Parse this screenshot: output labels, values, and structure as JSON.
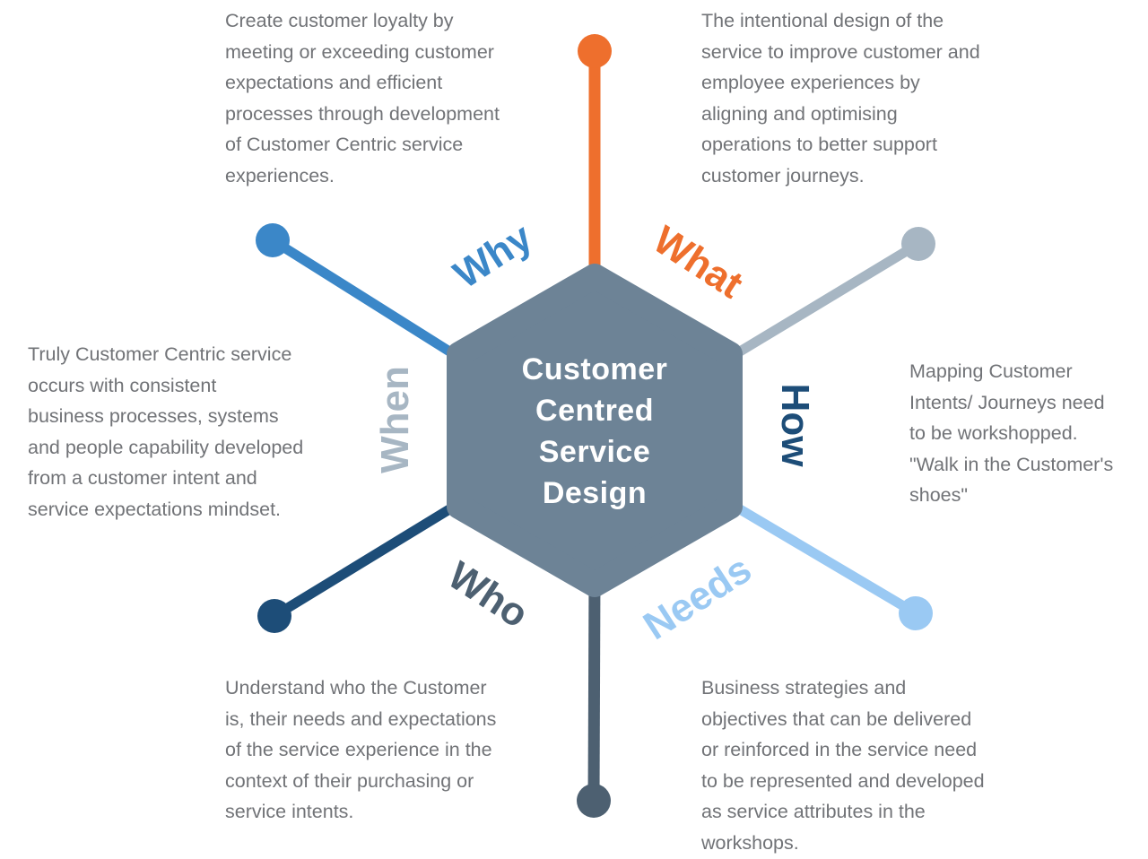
{
  "center": {
    "title": "Customer\nCentred\nService\nDesign",
    "text_color": "#ffffff"
  },
  "hexagon": {
    "color": "#6d8396"
  },
  "text_color": "#717377",
  "nodes": [
    {
      "label": "Why",
      "color": "#3b87c8",
      "description": "Create customer loyalty by\nmeeting or exceeding customer\nexpectations and efficient\nprocesses through development\nof Customer Centric service\nexperiences."
    },
    {
      "label": "What",
      "color": "#ee6f2d",
      "description": "The intentional design of the\nservice to improve customer and\nemployee experiences by\naligning and optimising\noperations to better support\ncustomer journeys."
    },
    {
      "label": "When",
      "color": "#a7b6c3",
      "description": "Truly Customer Centric service\noccurs with consistent\nbusiness processes, systems\nand people capability developed\nfrom a customer intent and\nservice expectations mindset."
    },
    {
      "label": "How",
      "color": "#1d4d78",
      "description": "Mapping Customer\nIntents/ Journeys need\nto be workshopped.\n\"Walk in the Customer's\nshoes\""
    },
    {
      "label": "Who",
      "color": "#4d6071",
      "description": "Understand who the Customer\nis, their needs and expectations\nof the service experience in the\ncontext of their purchasing or\nservice intents."
    },
    {
      "label": "Needs",
      "color": "#9ac9f3",
      "description": "Business strategies and\nobjectives that can be delivered\nor reinforced in the service need\nto be represented and developed\nas service attributes in the\nworkshops."
    }
  ]
}
